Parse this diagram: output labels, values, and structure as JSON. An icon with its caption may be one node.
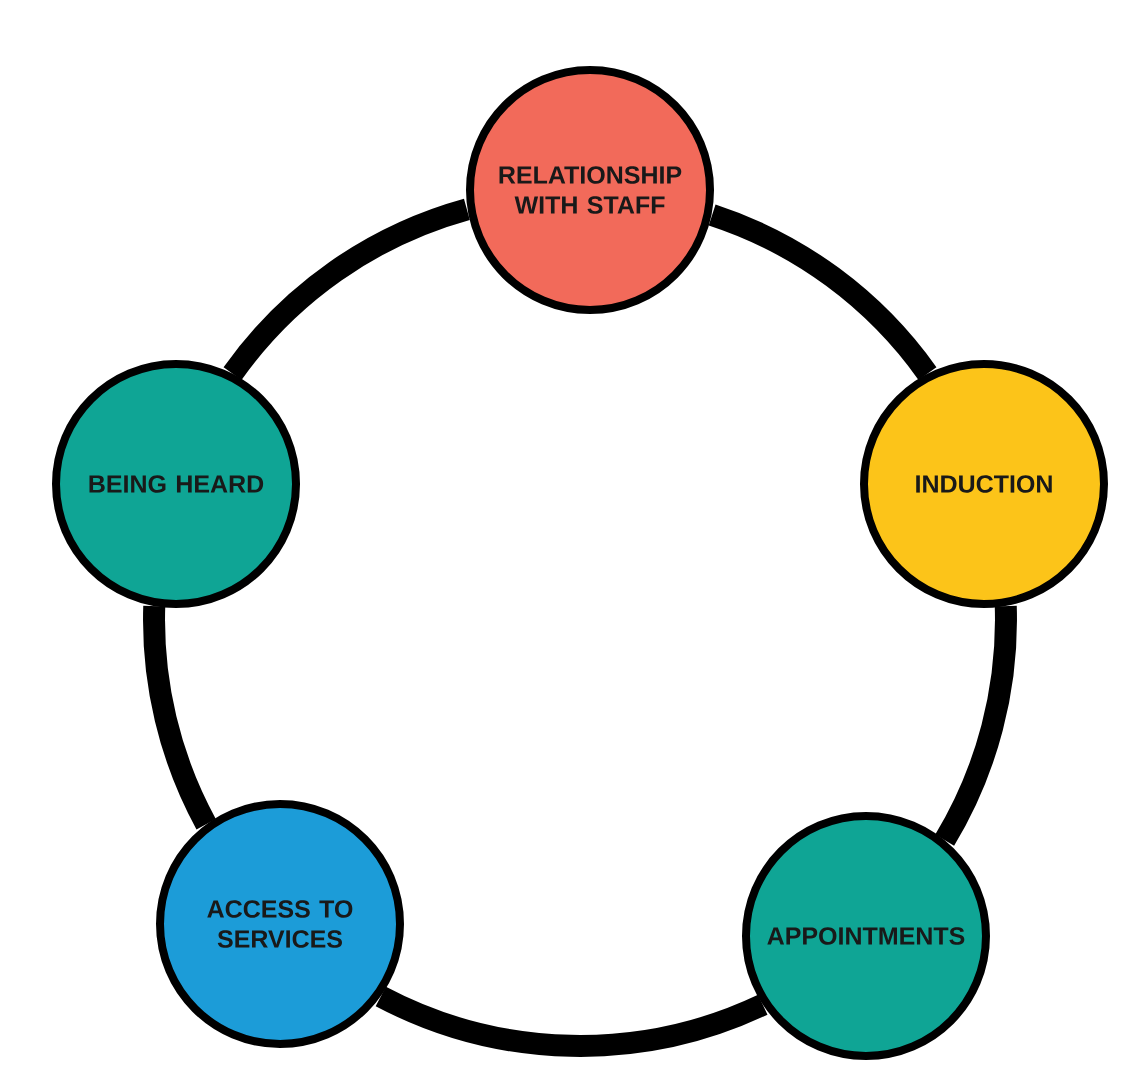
{
  "diagram": {
    "nodes": [
      {
        "text": [
          "RELATIONSHIP WITH STAFF"
        ]
      },
      {
        "text": [
          "INDUCTION"
        ]
      },
      {
        "text": [
          "APPOINTMENTS"
        ]
      },
      {
        "text": [
          "ACCESS TO SERVICES"
        ]
      },
      {
        "text": [
          "BEING HEARD"
        ]
      }
    ],
    "edges": [
      {
        "from": 0,
        "to": 1,
        "arrow": "none"
      },
      {
        "from": 1,
        "to": 2,
        "arrow": "none"
      },
      {
        "from": 2,
        "to": 3,
        "arrow": "none"
      },
      {
        "from": 3,
        "to": 4,
        "arrow": "none"
      },
      {
        "from": 4,
        "to": 0,
        "arrow": "none"
      }
    ]
  }
}
